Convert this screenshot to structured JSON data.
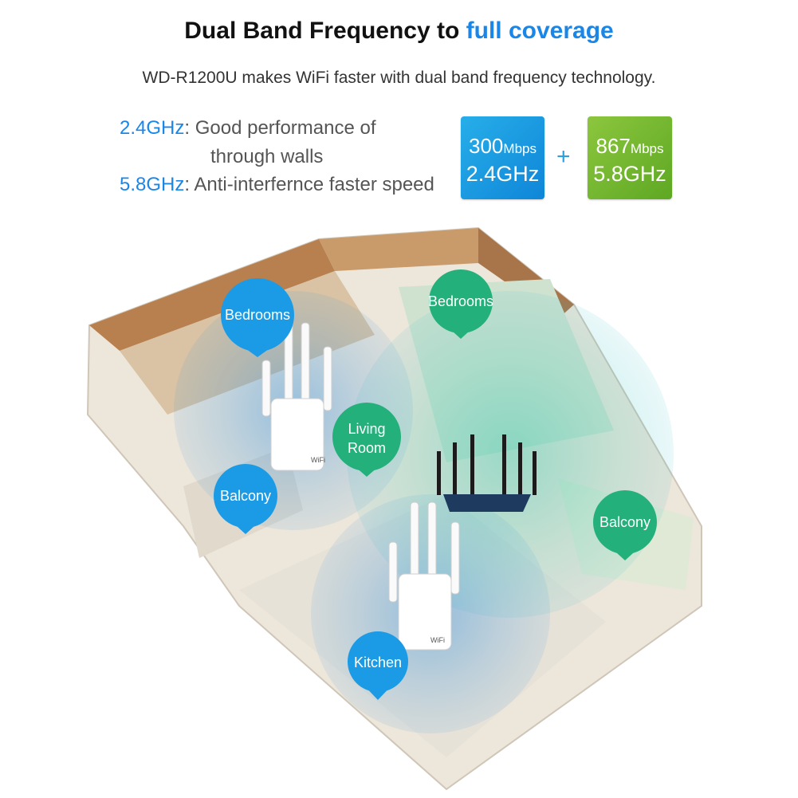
{
  "header": {
    "title_main": "Dual Band Frequency to ",
    "title_highlight": "full coverage",
    "subtitle": "WD-R1200U  makes WiFi faster with dual band frequency technology."
  },
  "bands": {
    "band1_key": "2.4GHz",
    "band1_sep": ": ",
    "band1_text_line1": "Good performance of",
    "band1_text_line2": "through walls",
    "band2_key": "5.8GHz",
    "band2_sep": ": ",
    "band2_text": "Anti-interfernce faster speed"
  },
  "badges": {
    "blue_speed": "300",
    "blue_unit": "Mbps",
    "blue_freq": "2.4GHz",
    "plus": "+",
    "green_speed": "867",
    "green_unit": "Mbps",
    "green_freq": "5.8GHz"
  },
  "rooms": {
    "bedrooms_left": "Bedrooms",
    "bedrooms_right": "Bedrooms",
    "living_line1": "Living",
    "living_line2": "Room",
    "balcony_left": "Balcony",
    "balcony_right": "Balcony",
    "kitchen": "Kitchen"
  },
  "device_labels": {
    "repeater_logo": "WiFi"
  },
  "colors": {
    "accent_blue": "#1a87e8",
    "pin_blue": "#1b9be6",
    "pin_green": "#24b07a",
    "badge_green": "#6fb52c"
  }
}
